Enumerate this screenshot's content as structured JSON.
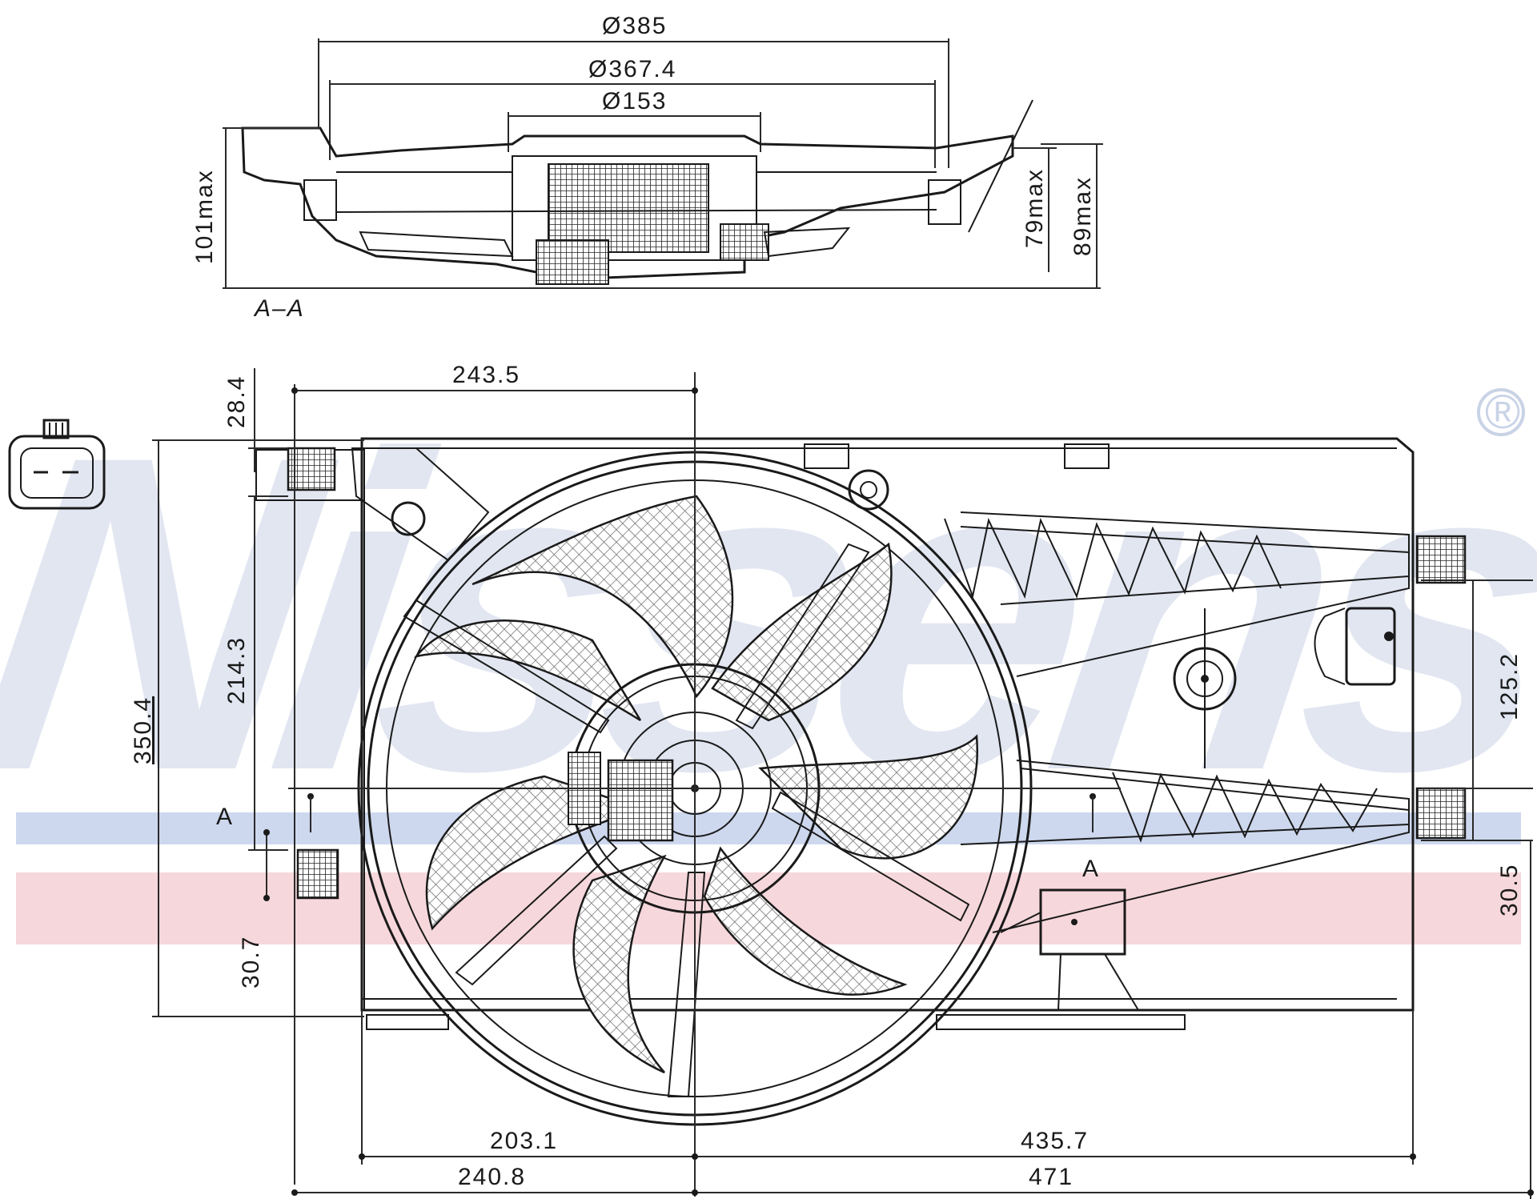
{
  "watermark": {
    "brand": "Nissens",
    "registered_mark": "®",
    "color": "#c9d3e6",
    "stripe_blue": "#cdd8ee",
    "stripe_red": "#f3c9cf"
  },
  "section_view": {
    "label": "A–A",
    "dims": {
      "d385": "Ø385",
      "d367": "Ø367.4",
      "d153": "Ø153",
      "h101": "101max",
      "h79": "79max",
      "h89": "89max"
    }
  },
  "front_view": {
    "section_marker": "A",
    "section_marker_2": "A",
    "dims": {
      "top_243": "243.5",
      "left_28": "28.4",
      "left_214": "214.3",
      "left_350": "350.4",
      "left_30": "30.7",
      "right_125": "125.2",
      "right_30": "30.5",
      "bottom_203": "203.1",
      "bottom_435": "435.7",
      "bottom_240": "240.8",
      "bottom_471": "471"
    }
  },
  "connector": {
    "icon": "electrical-connector-icon"
  }
}
